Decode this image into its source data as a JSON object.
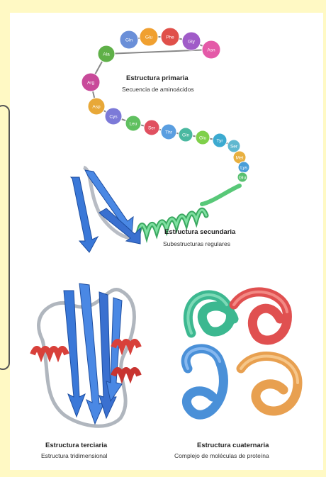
{
  "colors": {
    "background": "#fff9c4",
    "bead_purple": "#a05cc8",
    "bead_pink": "#e45aa8",
    "bead_orange": "#f0a030",
    "bead_red": "#e0504a",
    "bead_green": "#7fd04a",
    "bead_teal": "#3cb0a0",
    "bead_blue": "#4aa0e0",
    "helix_green": "#58c878",
    "sheet_blue": "#3a78d8",
    "helix_red": "#d8403a",
    "quaternary_green": "#3cb890",
    "quaternary_red": "#e05050",
    "quaternary_orange": "#e8a050",
    "quaternary_blue": "#4a90d8"
  },
  "primary": {
    "title": "Estructura primaria",
    "subtitle": "Secuencia de aminoácidos",
    "beads": [
      {
        "label": "Gln",
        "color": "#6a8fd8"
      },
      {
        "label": "Glu",
        "color": "#f0a030"
      },
      {
        "label": "Phe",
        "color": "#e0504a"
      },
      {
        "label": "Gly",
        "color": "#a05cc8"
      },
      {
        "label": "Asn",
        "color": "#e45aa8"
      },
      {
        "label": "Ala",
        "color": "#5fb048"
      },
      {
        "label": "Arg",
        "color": "#c84a9a"
      },
      {
        "label": "Asp",
        "color": "#e8a838"
      },
      {
        "label": "Cys",
        "color": "#7c7ad8"
      },
      {
        "label": "Leu",
        "color": "#60c060"
      },
      {
        "label": "Ser",
        "color": "#e05060"
      },
      {
        "label": "Thr",
        "color": "#5a9ee0"
      },
      {
        "label": "Gln",
        "color": "#4ab8a0"
      },
      {
        "label": "Glu",
        "color": "#7fd04a"
      },
      {
        "label": "Tyr",
        "color": "#3caad0"
      },
      {
        "label": "Ser",
        "color": "#5fb8d0"
      },
      {
        "label": "Met",
        "color": "#e8b040"
      },
      {
        "label": "Lys",
        "color": "#4a9ed8"
      },
      {
        "label": "Glu",
        "color": "#58c070"
      }
    ]
  },
  "secondary": {
    "title": "Estructura secundaria",
    "subtitle": "Subestructuras regulares"
  },
  "tertiary": {
    "title": "Estructura terciaria",
    "subtitle": "Estructura tridimensional"
  },
  "quaternary": {
    "title": "Estructura cuaternaria",
    "subtitle": "Complejo de moléculas de proteína"
  }
}
